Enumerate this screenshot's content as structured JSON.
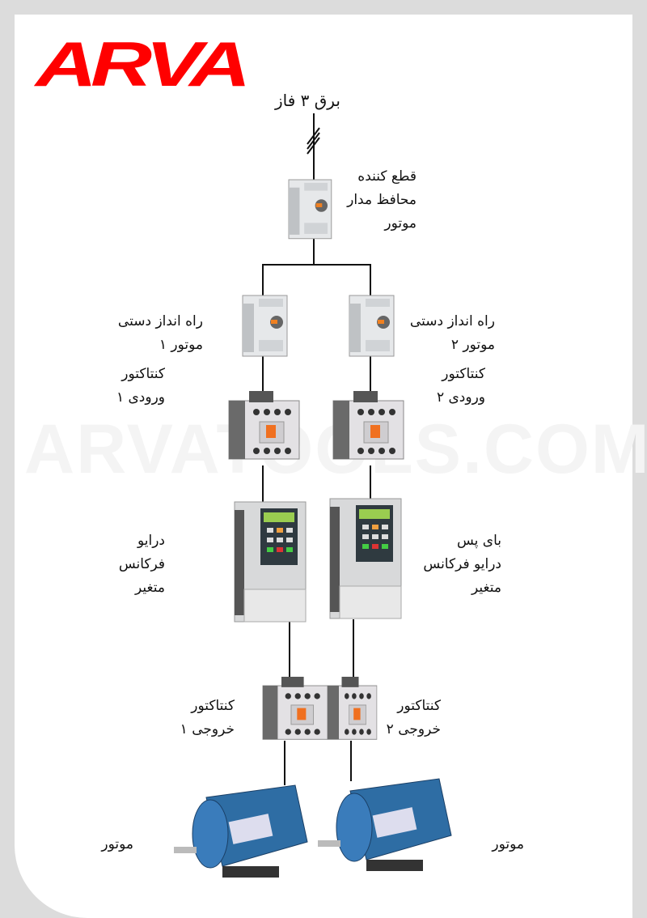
{
  "logo": "ARVA",
  "watermark": "ARVATOOLS.COM",
  "accent": "#ff0000",
  "title": "برق ۳ فاز",
  "breaker": {
    "lines": [
      "قطع کننده",
      "محافظ مدار",
      "موتور"
    ]
  },
  "starter1": {
    "lines": [
      "راه انداز دستی",
      "موتور ۱"
    ]
  },
  "starter2": {
    "lines": [
      "راه انداز دستی",
      "موتور ۲"
    ]
  },
  "contactor_in1": {
    "lines": [
      "کنتاکتور",
      "ورودی ۱"
    ]
  },
  "contactor_in2": {
    "lines": [
      "کنتاکتور",
      "ورودی ۲"
    ]
  },
  "drive1": {
    "lines": [
      "درایو",
      "فرکانس",
      "متغیر"
    ]
  },
  "drive2": {
    "lines": [
      "بای پس",
      "درایو فرکانس",
      "متغیر"
    ]
  },
  "contactor_out1": {
    "lines": [
      "کنتاکتور",
      "خروجی ۱"
    ]
  },
  "contactor_out2": {
    "lines": [
      "کنتاکتور",
      "خروجی ۲"
    ]
  },
  "motor1": "موتور",
  "motor2": "موتور"
}
